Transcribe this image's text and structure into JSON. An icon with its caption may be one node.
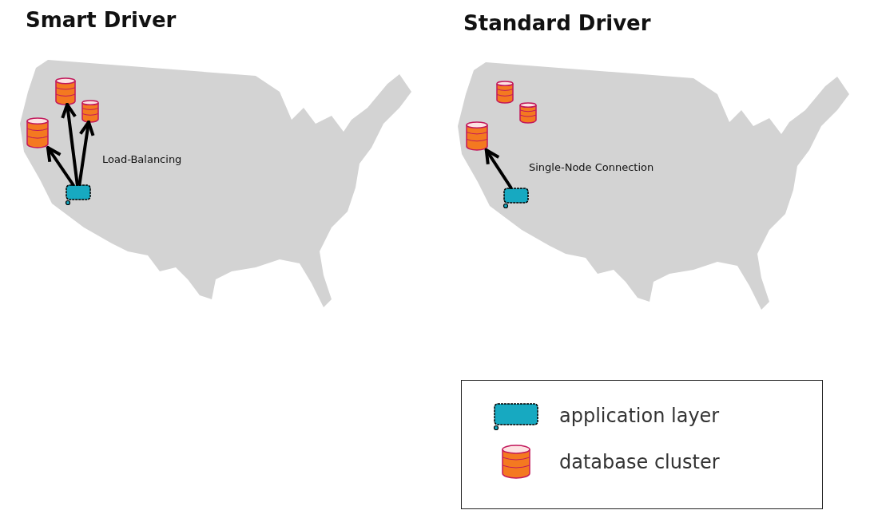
{
  "diagram": {
    "nodes": [
      {
        "text": [],
        "shape": "cylinder"
      },
      {
        "text": [],
        "shape": "cylinder"
      },
      {
        "text": [],
        "shape": "cylinder"
      },
      {
        "text": [],
        "shape": "box"
      },
      {
        "text": [],
        "shape": "cylinder"
      },
      {
        "text": [],
        "shape": "cylinder"
      },
      {
        "text": [],
        "shape": "cylinder"
      },
      {
        "text": [],
        "shape": "box"
      }
    ],
    "edges": [
      {
        "from": 3,
        "to": 0,
        "arrow": "to"
      },
      {
        "from": 3,
        "to": 1,
        "arrow": "to"
      },
      {
        "from": 3,
        "to": 2,
        "arrow": "to"
      },
      {
        "from": 7,
        "to": 6,
        "arrow": "to"
      }
    ],
    "labels": [
      "Smart Driver",
      "Standard Driver",
      "Load-Balancing",
      "Single-Node Connection"
    ],
    "legend": [
      {
        "text": "application layer"
      },
      {
        "text": "database cluster"
      }
    ]
  }
}
